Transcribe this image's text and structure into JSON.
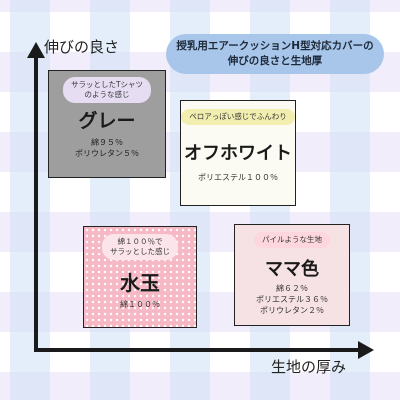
{
  "title": {
    "line1": "授乳用エアークッションH型対応カバーの",
    "line2": "伸びの良さと生地厚"
  },
  "axes": {
    "y_label": "伸びの良さ",
    "x_label": "生地の厚み"
  },
  "colors": {
    "title_pill": "#a8c6ea",
    "axis": "#1a1a1a",
    "gray": "#9e9e9e",
    "offwhite": "#fbfbf3",
    "polka": "#f6b8c4",
    "mama": "#f6e2e4"
  },
  "items": [
    {
      "tag": [
        "サラッとしたTシャツ",
        "のような感じ"
      ],
      "name": "グレー",
      "composition": [
        "綿９５％",
        "ポリウレタン５％"
      ]
    },
    {
      "tag": [
        "ペロアっぽい感じでふんわり"
      ],
      "name": "オフホワイト",
      "composition": [
        "ポリエステル１００％"
      ]
    },
    {
      "tag": [
        "綿１００％で",
        "サラッとした感じ"
      ],
      "name": "水玉",
      "composition": [
        "綿１００％"
      ]
    },
    {
      "tag": [
        "パイルような生地"
      ],
      "name": "ママ色",
      "composition": [
        "綿６２％",
        "ポリエステル３６％",
        "ポリウレタン２％"
      ]
    }
  ]
}
